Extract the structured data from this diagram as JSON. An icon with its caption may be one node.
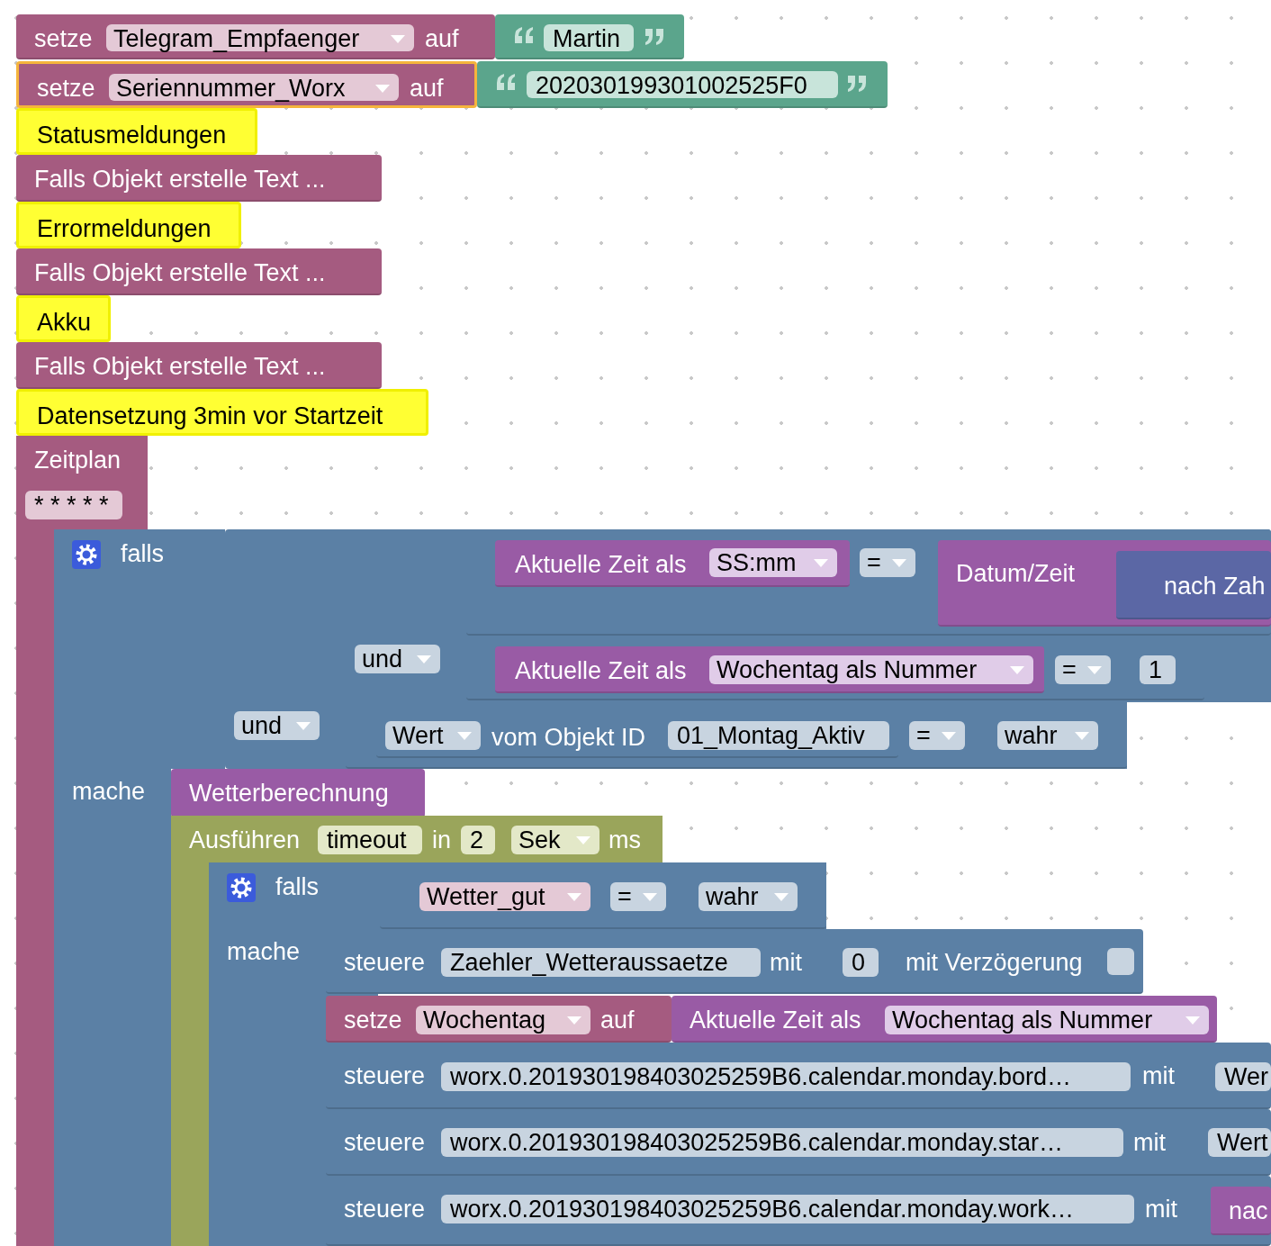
{
  "diagram": {
    "nodes": [
      {
        "text": [
          "setze",
          "auf"
        ]
      },
      {
        "text": [
          "Telegram_Empfaenger"
        ],
        "in": 0
      },
      {
        "text": [],
        "shape": "box"
      },
      {
        "text": [
          "Martin"
        ],
        "in": 2
      },
      {
        "text": [
          "setze",
          "auf"
        ]
      },
      {
        "text": [
          "Seriennummer_Worx"
        ],
        "in": 4
      },
      {
        "text": [],
        "shape": "box"
      },
      {
        "text": [
          "202030199301002525F0"
        ],
        "in": 6
      },
      {
        "text": [
          "Statusmeldungen"
        ]
      },
      {
        "text": [
          "Falls Objekt erstelle Text ..."
        ]
      },
      {
        "text": [
          "Errormeldungen"
        ]
      },
      {
        "text": [
          "Falls Objekt erstelle Text ..."
        ]
      },
      {
        "text": [
          "Akku"
        ]
      },
      {
        "text": [
          "Falls Objekt erstelle Text ..."
        ]
      },
      {
        "text": [
          "Datensetzung 3min vor Startzeit"
        ]
      },
      {
        "text": [
          "Zeitplan"
        ]
      },
      {
        "text": [
          "* * * * *"
        ],
        "in": 15
      },
      {
        "text": [
          "falls",
          "mache"
        ],
        "in": 15
      },
      {
        "text": [],
        "shape": "box",
        "in": 17
      },
      {
        "text": [
          "und"
        ],
        "in": 18
      },
      {
        "text": [],
        "shape": "box",
        "in": 18
      },
      {
        "text": [
          "und"
        ],
        "in": 20
      },
      {
        "text": [],
        "shape": "box",
        "in": 20
      },
      {
        "text": [
          "Aktuelle Zeit als"
        ],
        "in": 22
      },
      {
        "text": [
          "SS:mm"
        ],
        "in": 23
      },
      {
        "text": [
          "="
        ],
        "in": 22
      },
      {
        "text": [
          "Datum/Zeit"
        ],
        "in": 22
      },
      {
        "text": [
          "nach Zah"
        ],
        "in": 26
      },
      {
        "text": [],
        "shape": "box",
        "in": 20
      },
      {
        "text": [
          "Aktuelle Zeit als"
        ],
        "in": 28
      },
      {
        "text": [
          "Wochentag als Nummer"
        ],
        "in": 29
      },
      {
        "text": [
          "="
        ],
        "in": 28
      },
      {
        "text": [
          "1"
        ],
        "in": 28
      },
      {
        "text": [],
        "shape": "box",
        "in": 18
      },
      {
        "text": [
          "vom Objekt ID"
        ],
        "in": 33
      },
      {
        "text": [
          "Wert"
        ],
        "in": 34
      },
      {
        "text": [
          "01_Montag_Aktiv"
        ],
        "in": 34
      },
      {
        "text": [
          "="
        ],
        "in": 33
      },
      {
        "text": [
          "wahr"
        ],
        "in": 33
      },
      {
        "text": [
          "Wetterberechnung"
        ],
        "in": 17
      },
      {
        "text": [
          "Ausführen",
          "in",
          "ms"
        ],
        "in": 17
      },
      {
        "text": [
          "timeout"
        ],
        "in": 40
      },
      {
        "text": [
          "2"
        ],
        "in": 40
      },
      {
        "text": [
          "Sek"
        ],
        "in": 40
      },
      {
        "text": [
          "falls",
          "mache"
        ],
        "in": 40
      },
      {
        "text": [],
        "shape": "box",
        "in": 44
      },
      {
        "text": [
          "Wetter_gut"
        ],
        "in": 45
      },
      {
        "text": [
          "="
        ],
        "in": 45
      },
      {
        "text": [
          "wahr"
        ],
        "in": 45
      },
      {
        "text": [
          "steuere",
          "mit",
          "mit Verzögerung"
        ],
        "in": 44
      },
      {
        "text": [
          "Zaehler_Wetteraussaetze"
        ],
        "in": 49
      },
      {
        "text": [
          "0"
        ],
        "in": 49
      },
      {
        "text": [
          "setze",
          "auf"
        ],
        "in": 44
      },
      {
        "text": [
          "Wochentag"
        ],
        "in": 52
      },
      {
        "text": [
          "Aktuelle Zeit als"
        ],
        "in": 44
      },
      {
        "text": [
          "Wochentag als Nummer"
        ],
        "in": 54
      },
      {
        "text": [
          "steuere",
          "mit"
        ],
        "in": 44
      },
      {
        "text": [
          "worx.0.201930198403025259B6.calendar.monday.bord…"
        ],
        "in": 56
      },
      {
        "text": [
          "Wer"
        ],
        "in": 56
      },
      {
        "text": [
          "steuere",
          "mit"
        ],
        "in": 44
      },
      {
        "text": [
          "worx.0.201930198403025259B6.calendar.monday.star…"
        ],
        "in": 59
      },
      {
        "text": [
          "Wert"
        ],
        "in": 59
      },
      {
        "text": [
          "steuere",
          "mit"
        ],
        "in": 44
      },
      {
        "text": [
          "worx.0.201930198403025259B6.calendar.monday.work…"
        ],
        "in": 62
      },
      {
        "text": [
          "nac"
        ],
        "in": 62
      }
    ]
  }
}
